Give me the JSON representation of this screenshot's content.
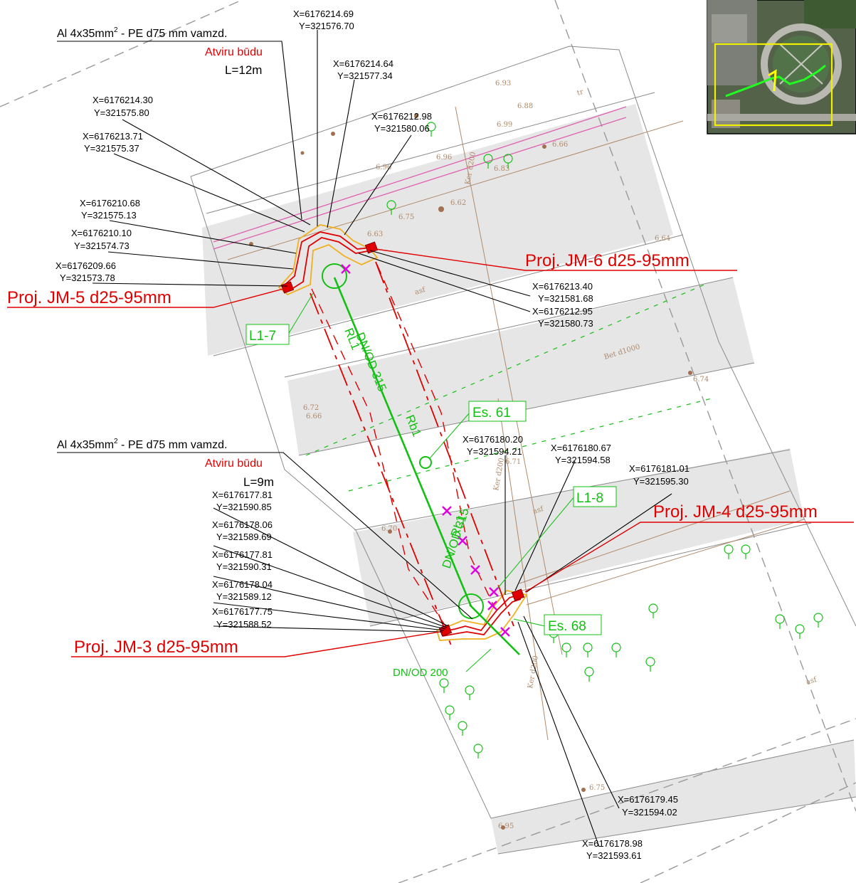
{
  "colors": {
    "project": "#e10000",
    "network": "#12c012",
    "crossing": "#e000e0",
    "trench": "#f0b020",
    "road_fill": "#e6e6e6",
    "survey": "#b08a6a",
    "telecom": "#e060b0"
  },
  "cables": [
    {
      "text": "Al 4x35mm",
      "sup": "2",
      "rest": " - PE d75 mm vamzd.",
      "method": "Atviru būdu",
      "length": "L=12m"
    },
    {
      "text": "Al 4x35mm",
      "sup": "2",
      "rest": " - PE d75 mm vamzd.",
      "method": "Atviru būdu",
      "length": "L=9m"
    }
  ],
  "coords_top": [
    {
      "x": "X=6176214.69",
      "y": "Y=321576.70"
    },
    {
      "x": "X=6176214.64",
      "y": "Y=321577.34"
    },
    {
      "x": "X=6176214.30",
      "y": "Y=321575.80"
    },
    {
      "x": "X=6176212.98",
      "y": "Y=321580.06"
    },
    {
      "x": "X=6176213.71",
      "y": "Y=321575.37"
    },
    {
      "x": "X=6176210.68",
      "y": "Y=321575.13"
    },
    {
      "x": "X=6176210.10",
      "y": "Y=321574.73"
    },
    {
      "x": "X=6176209.66",
      "y": "Y=321573.78"
    },
    {
      "x": "X=6176213.40",
      "y": "Y=321581.68"
    },
    {
      "x": "X=6176212.95",
      "y": "Y=321580.73"
    }
  ],
  "coords_bottom": [
    {
      "x": "X=6176180.20",
      "y": "Y=321594.21"
    },
    {
      "x": "X=6176180.67",
      "y": "Y=321594.58"
    },
    {
      "x": "X=6176181.01",
      "y": "Y=321595.30"
    },
    {
      "x": "X=6176177.81",
      "y": "Y=321590.85"
    },
    {
      "x": "X=6176178.06",
      "y": "Y=321589.69"
    },
    {
      "x": "X=6176177.81",
      "y": "Y=321590.31"
    },
    {
      "x": "X=6176178.04",
      "y": "Y=321589.12"
    },
    {
      "x": "X=6176177.75",
      "y": "Y=321588.52"
    },
    {
      "x": "X=6176179.45",
      "y": "Y=321594.02"
    },
    {
      "x": "X=6176178.98",
      "y": "Y=321593.61"
    }
  ],
  "wells": [
    "Proj. JM-6 d25-95mm",
    "Proj. JM-5 d25-95mm",
    "Proj. JM-4 d25-95mm",
    "Proj. JM-3 d25-95mm"
  ],
  "network": {
    "tags": [
      "L1-7",
      "Es. 61",
      "L1-8",
      "Es. 68"
    ],
    "pipe_upper": "DN/OD 315",
    "pipe_upper_code": "Rb1",
    "pipe_upper_code2": "RL1",
    "pipe_lower": "DN/OD 315",
    "pipe_lower_code": "RL1",
    "pipe_small": "DN/OD 200"
  },
  "survey_labels": [
    "asf",
    "asf",
    "asf",
    "Bet d1000",
    "Ker d200",
    "Ker d200",
    "Ker d200",
    "tr",
    "6.93",
    "6.88",
    "6.99",
    "6.96",
    "6.83",
    "6.96",
    "6.75",
    "6.62",
    "6.66",
    "6.63",
    "6.64",
    "6.72",
    "6.66",
    "6.74",
    "6.70",
    "6.71",
    "6.75",
    "6.95"
  ]
}
